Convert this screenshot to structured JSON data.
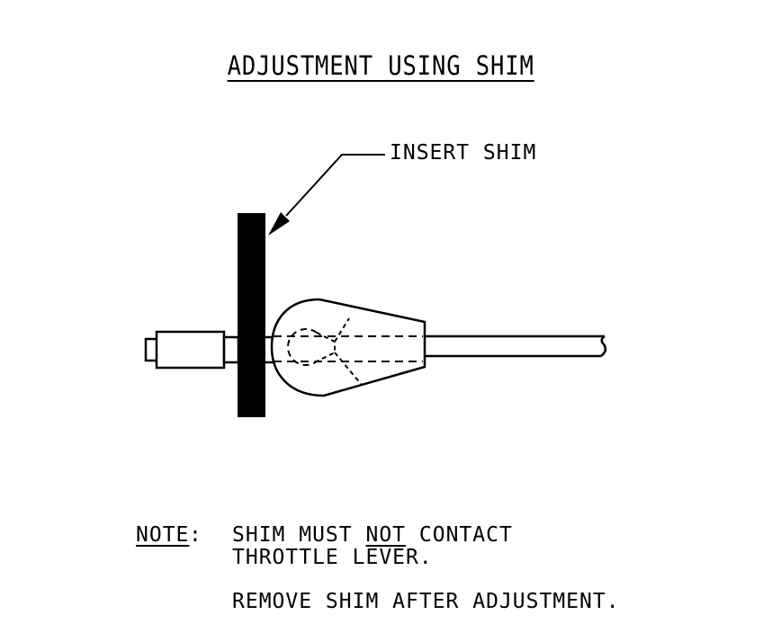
{
  "title": "ADJUSTMENT USING SHIM",
  "callout": {
    "label": "INSERT SHIM"
  },
  "note": {
    "label": "NOTE",
    "colon": ":",
    "line1_before": "SHIM MUST ",
    "line1_emphasis": "NOT",
    "line1_after": " CONTACT",
    "line2": "THROTTLE LEVER.",
    "line3": "REMOVE SHIM AFTER ADJUSTMENT."
  }
}
